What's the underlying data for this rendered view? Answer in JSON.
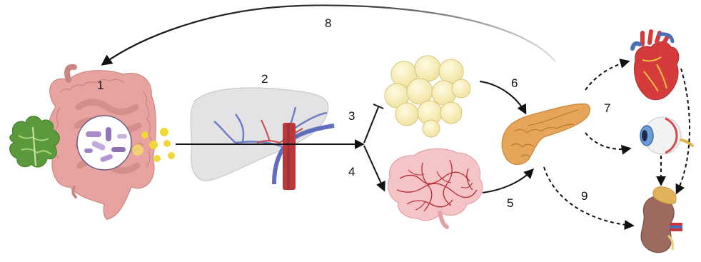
{
  "labels": {
    "step1": "1",
    "step2": "2",
    "step3": "3",
    "step4": "4",
    "step5": "5",
    "step6": "6",
    "step7": "7",
    "step8": "8",
    "step9": "9"
  },
  "icons": {
    "intestine": "intestine-icon",
    "vegetables": "leafy-greens-icon",
    "gut_microbiota": "microbiota-magnifier-icon",
    "metabolites": "metabolite-dots-icon",
    "liver": "liver-icon",
    "adipose": "adipose-tissue-icon",
    "brain": "brain-icon",
    "pancreas": "pancreas-icon",
    "heart": "heart-icon",
    "eye": "eye-icon",
    "kidney": "kidney-icon"
  },
  "colors": {
    "intestine": "#e8a3a0",
    "liver": "#e3e3e5",
    "vein_blue": "#5f6fbd",
    "artery_red": "#c23a3f",
    "fat": "#fbf3c4",
    "brain": "#f5c4c6",
    "pancreas": "#e7a55a",
    "heart": "#d63b3b",
    "kidney": "#9c6a5e",
    "metabolite": "#f1d83a",
    "arrow": "#111111"
  }
}
